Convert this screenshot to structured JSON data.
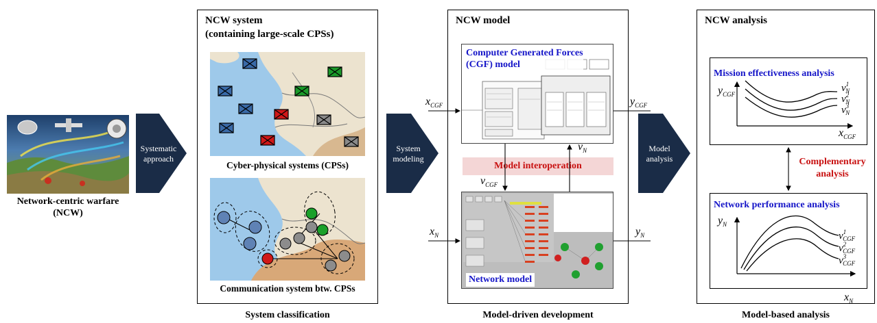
{
  "ncw_source": {
    "caption_line1": "Network-centric warfare",
    "caption_line2": "(NCW)"
  },
  "steps": [
    {
      "line1": "Systematic",
      "line2": "approach"
    },
    {
      "line1": "System",
      "line2": "modeling"
    },
    {
      "line1": "Model",
      "line2": "analysis"
    }
  ],
  "system_box": {
    "title_line1": "NCW system",
    "title_line2": "(containing large-scale CPSs)",
    "map1_caption": "Cyber-physical systems (CPSs)",
    "map2_caption": "Communication system btw. CPSs",
    "bottom_caption": "System classification"
  },
  "model_box": {
    "title": "NCW model",
    "cgf_title_line1": "Computer Generated Forces",
    "cgf_title_line2": "(CGF) model",
    "interop_label": "Model interoperation",
    "network_label": "Network model",
    "bottom_caption": "Model-driven development",
    "io": {
      "x": "x",
      "y": "y",
      "v": "v",
      "cgf_sub": "CGF",
      "n_sub": "N"
    }
  },
  "analysis_box": {
    "title": "NCW analysis",
    "mission_title": "Mission effectiveness analysis",
    "network_title": "Network performance analysis",
    "complementary_line1": "Complementary",
    "complementary_line2": "analysis",
    "bottom_caption": "Model-based analysis",
    "curve_sups": [
      "1",
      "2",
      "3"
    ]
  },
  "colors": {
    "arrow": "#1a2c47",
    "blue_title": "#1515c8",
    "red_title": "#c81010",
    "interop_bg": "#f4d6d6",
    "map_sea": "#9ec9ea",
    "map_land": "#ece3cf"
  }
}
